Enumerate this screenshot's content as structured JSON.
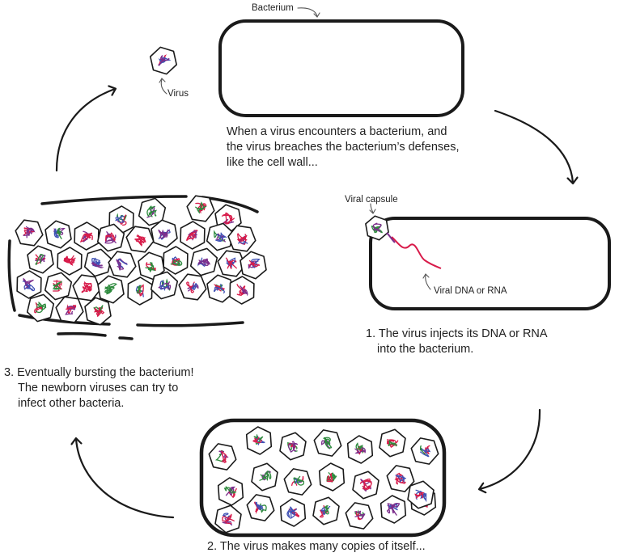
{
  "labels": {
    "bacterium": "Bacterium",
    "virus": "Virus",
    "viral_capsule": "Viral capsule",
    "viral_dna": "Viral DNA or RNA"
  },
  "captions": {
    "intro": [
      "When a virus encounters a bacterium, and",
      "the virus breaches the bacterium’s defenses,",
      "like the cell wall..."
    ],
    "step1": [
      "1.  The virus injects its DNA or RNA",
      "into the bacterium."
    ],
    "step2": "2. The virus makes many copies of itself...",
    "step3": [
      "3.  Eventually bursting the bacterium!",
      "The newborn viruses can try to",
      "infect other bacteria."
    ]
  },
  "colors": {
    "outline": "#1a1a1a",
    "dna_red": "#d81b4a",
    "dna_green": "#2e8b3e",
    "dna_blue": "#3f51b5",
    "dna_purple": "#7b2d8b"
  },
  "stages": {
    "step2_virus_count": 21,
    "step3_virus_count": 34
  }
}
